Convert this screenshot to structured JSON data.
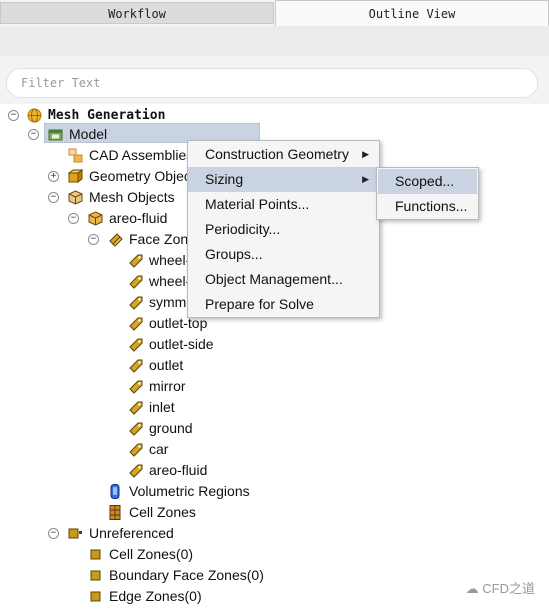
{
  "tabs": {
    "workflow": "Workflow",
    "outline": "Outline View"
  },
  "filter": {
    "placeholder": "Filter Text"
  },
  "tree": {
    "mesh_generation": "Mesh Generation",
    "model": "Model",
    "cad_assemblies": "CAD Assemblies",
    "geometry_objects": "Geometry Objects",
    "mesh_objects": "Mesh Objects",
    "areo_fluid": "areo-fluid",
    "face_zones": "Face Zones",
    "face_zone_items": [
      "wheel-rotating",
      "wheel-stationary",
      "symmetry",
      "outlet-top",
      "outlet-side",
      "outlet",
      "mirror",
      "inlet",
      "ground",
      "car",
      "areo-fluid"
    ],
    "volumetric_regions": "Volumetric Regions",
    "cell_zones": "Cell Zones",
    "unreferenced": "Unreferenced",
    "unref_items": [
      "Cell Zones(0)",
      "Boundary Face Zones(0)",
      "Edge Zones(0)"
    ]
  },
  "context_menu": {
    "items": [
      "Construction Geometry",
      "Sizing",
      "Material Points...",
      "Periodicity...",
      "Groups...",
      "Object Management...",
      "Prepare for Solve"
    ],
    "highlighted": "Sizing"
  },
  "submenu": {
    "items": [
      "Scoped...",
      "Functions..."
    ],
    "highlighted": "Scoped..."
  },
  "watermark": "CFD之道",
  "colors": {
    "selection": "#c9d3e1",
    "folder_orange": "#e3a21a",
    "zone_gold": "#c9a227"
  }
}
